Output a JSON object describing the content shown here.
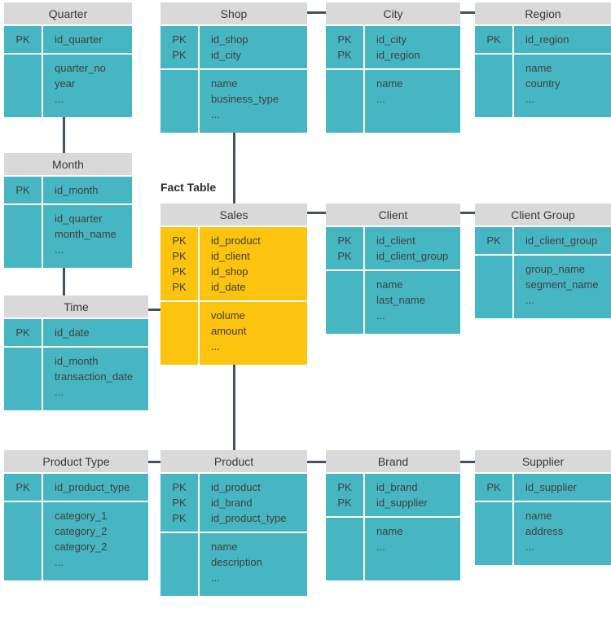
{
  "diagram": {
    "fact_label": "Fact Table",
    "pk_label": "PK",
    "colors": {
      "dimension_fill": "#46b7c2",
      "fact_fill": "#fcc30f",
      "header_fill": "#d9d9d9",
      "connector": "#3f5162",
      "text": "#3f3f3f"
    },
    "tables": {
      "quarter": {
        "title": "Quarter",
        "pk": [
          "id_quarter"
        ],
        "attrs": [
          "quarter_no",
          "year",
          "..."
        ]
      },
      "shop": {
        "title": "Shop",
        "pk": [
          "id_shop",
          "id_city"
        ],
        "attrs": [
          "name",
          "business_type",
          "..."
        ]
      },
      "city": {
        "title": "City",
        "pk": [
          "id_city",
          "id_region"
        ],
        "attrs": [
          "name",
          "..."
        ]
      },
      "region": {
        "title": "Region",
        "pk": [
          "id_region"
        ],
        "attrs": [
          "name",
          "country",
          "..."
        ]
      },
      "month": {
        "title": "Month",
        "pk": [
          "id_month"
        ],
        "attrs": [
          "id_quarter",
          "month_name",
          "..."
        ]
      },
      "time": {
        "title": "Time",
        "pk": [
          "id_date"
        ],
        "attrs": [
          "id_month",
          "transaction_date",
          "..."
        ]
      },
      "sales": {
        "title": "Sales",
        "pk": [
          "id_product",
          "id_client",
          "id_shop",
          "id_date"
        ],
        "attrs": [
          "volume",
          "amount",
          "..."
        ]
      },
      "client": {
        "title": "Client",
        "pk": [
          "id_client",
          "id_client_group"
        ],
        "attrs": [
          "name",
          "last_name",
          "..."
        ]
      },
      "client_group": {
        "title": "Client Group",
        "pk": [
          "id_client_group"
        ],
        "attrs": [
          "group_name",
          "segment_name",
          "..."
        ]
      },
      "product_type": {
        "title": "Product Type",
        "pk": [
          "id_product_type"
        ],
        "attrs": [
          "category_1",
          "category_2",
          "category_2",
          "..."
        ]
      },
      "product": {
        "title": "Product",
        "pk": [
          "id_product",
          "id_brand",
          "id_product_type"
        ],
        "attrs": [
          "name",
          "description",
          "..."
        ]
      },
      "brand": {
        "title": "Brand",
        "pk": [
          "id_brand",
          "id_supplier"
        ],
        "attrs": [
          "name",
          "..."
        ]
      },
      "supplier": {
        "title": "Supplier",
        "pk": [
          "id_supplier"
        ],
        "attrs": [
          "name",
          "address",
          "..."
        ]
      }
    }
  }
}
